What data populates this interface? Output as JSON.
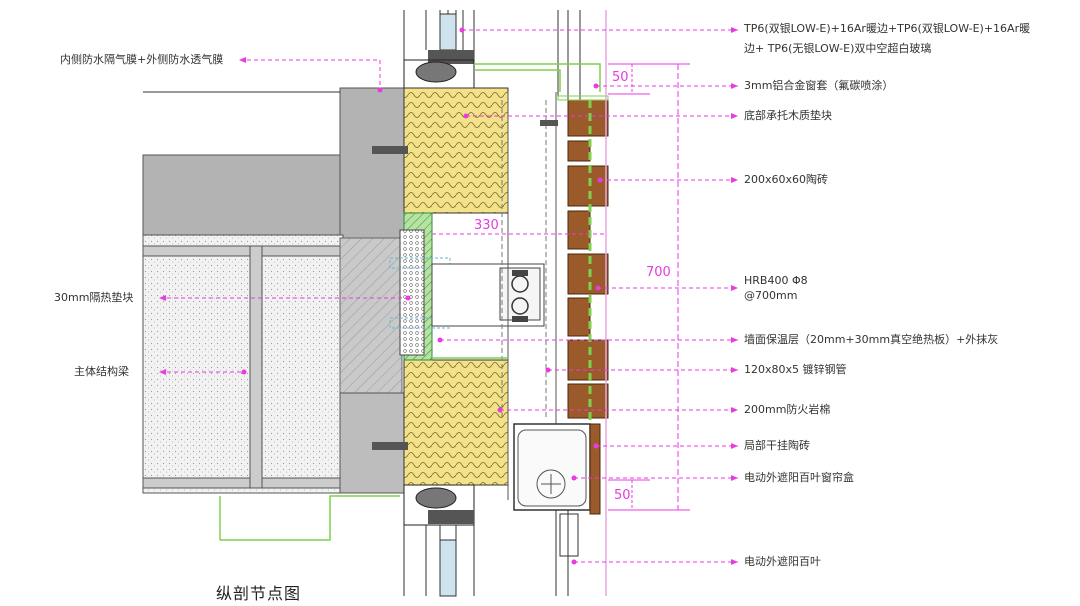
{
  "caption": "纵剖节点图",
  "dimensions": {
    "d50_top": "50",
    "d330": "330",
    "d700": "700",
    "d50_bottom": "50"
  },
  "colors": {
    "callout": "#e83be0",
    "insulation": "#f3e28a",
    "tile": "#9a5a2a",
    "membrane": "#9ad15b",
    "concrete": "#b8b8b8"
  },
  "labels_right": {
    "glass_l1": "TP6(双银LOW-E)+16Ar暖边+TP6(双银LOW-E)+16Ar暖",
    "glass_l2": "边+ TP6(无银LOW-E)双中空超白玻璃",
    "sill_cover": "3mm铝合金窗套（氟碳喷涂）",
    "wood_block": "底部承托木质垫块",
    "tile": "200x60x60陶砖",
    "rebar_l1": "HRB400 Φ8",
    "rebar_l2": "@700mm",
    "insulation": "墙面保温层（20mm+30mm真空绝热板）+外抹灰",
    "steel_tube": "120x80x5 镀锌钢管",
    "rock_wool": "200mm防火岩棉",
    "dry_tile": "局部干挂陶砖",
    "blind_box": "电动外遮阳百叶窗帘盒",
    "blind": "电动外遮阳百叶"
  },
  "labels_left": {
    "membrane": "内侧防水隔气膜+外侧防水透气膜",
    "thermal_block": "30mm隔热垫块",
    "beam": "主体结构梁"
  }
}
